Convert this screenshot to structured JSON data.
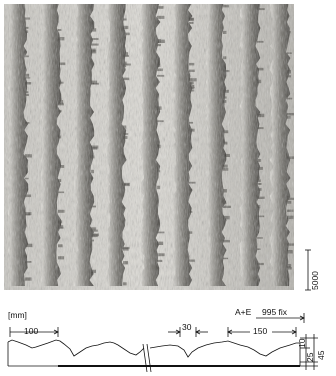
{
  "photo": {
    "description_icon": "textured-formliner-surface",
    "colors": {
      "base": "#b9b7b1",
      "rib_dark": "#4f4d48",
      "rib_light": "#e2e0da"
    }
  },
  "drawing": {
    "unit_label": "[mm]",
    "dim_top_left": "100",
    "dim_top_middle": "30",
    "dim_top_right": "150",
    "ae_label": "A+E",
    "fix_label": "995 fix",
    "height_label": "5000",
    "dim_right_1": "10",
    "dim_right_2": "25",
    "dim_right_3": "45",
    "line_color": "#111111"
  }
}
